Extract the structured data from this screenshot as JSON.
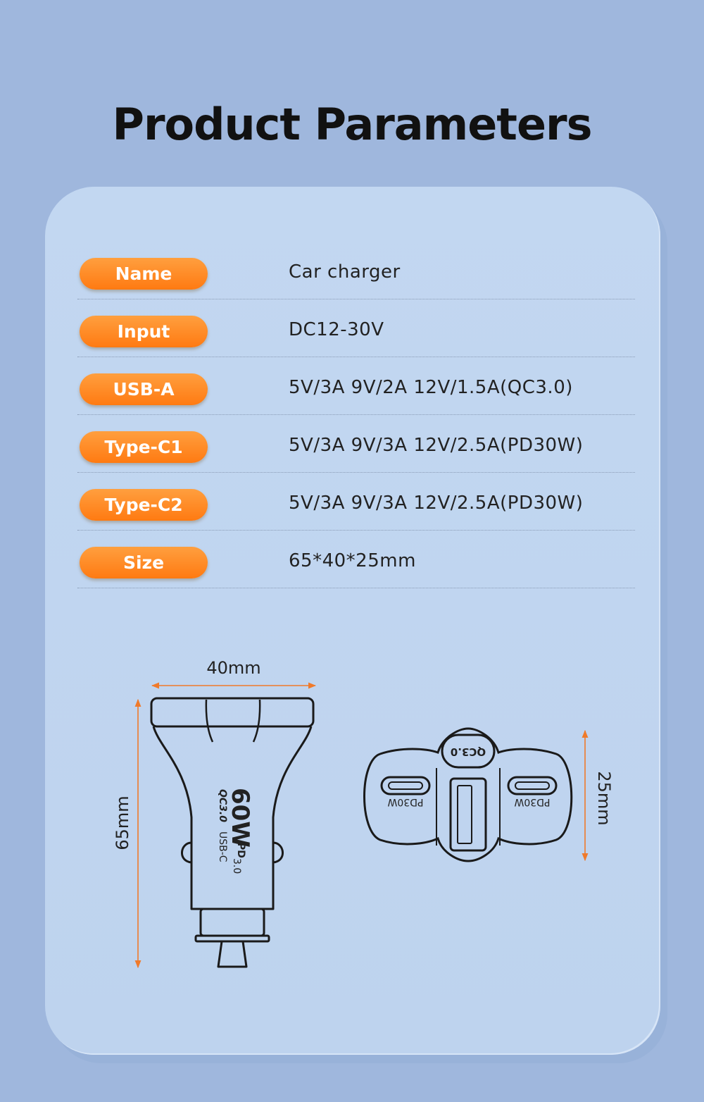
{
  "title": "Product Parameters",
  "params": [
    {
      "label": "Name",
      "value": "Car charger"
    },
    {
      "label": "Input",
      "value": "DC12-30V"
    },
    {
      "label": "USB-A",
      "value": "5V/3A 9V/2A 12V/1.5A(QC3.0)"
    },
    {
      "label": "Type-C1",
      "value": "5V/3A 9V/3A 12V/2.5A(PD30W)"
    },
    {
      "label": "Type-C2",
      "value": "5V/3A 9V/3A 12V/2.5A(PD30W)"
    },
    {
      "label": "Size",
      "value": "65*40*25mm"
    }
  ],
  "dimensions": {
    "width": "40mm",
    "height": "65mm",
    "depth": "25mm"
  },
  "product_markings": {
    "power": "60W",
    "pd": "PD",
    "pd_version": "3.0",
    "qc": "QC3.0",
    "usb_c": "USB-C",
    "port_pd_left": "PD30W",
    "port_pd_right": "PD30W",
    "port_qc": "QC3.0"
  },
  "colors": {
    "background": "#9fb7dd",
    "card": "#c2d7f1",
    "pill_orange": "#ff8a25",
    "dimension_arrow": "#f07a2a"
  }
}
